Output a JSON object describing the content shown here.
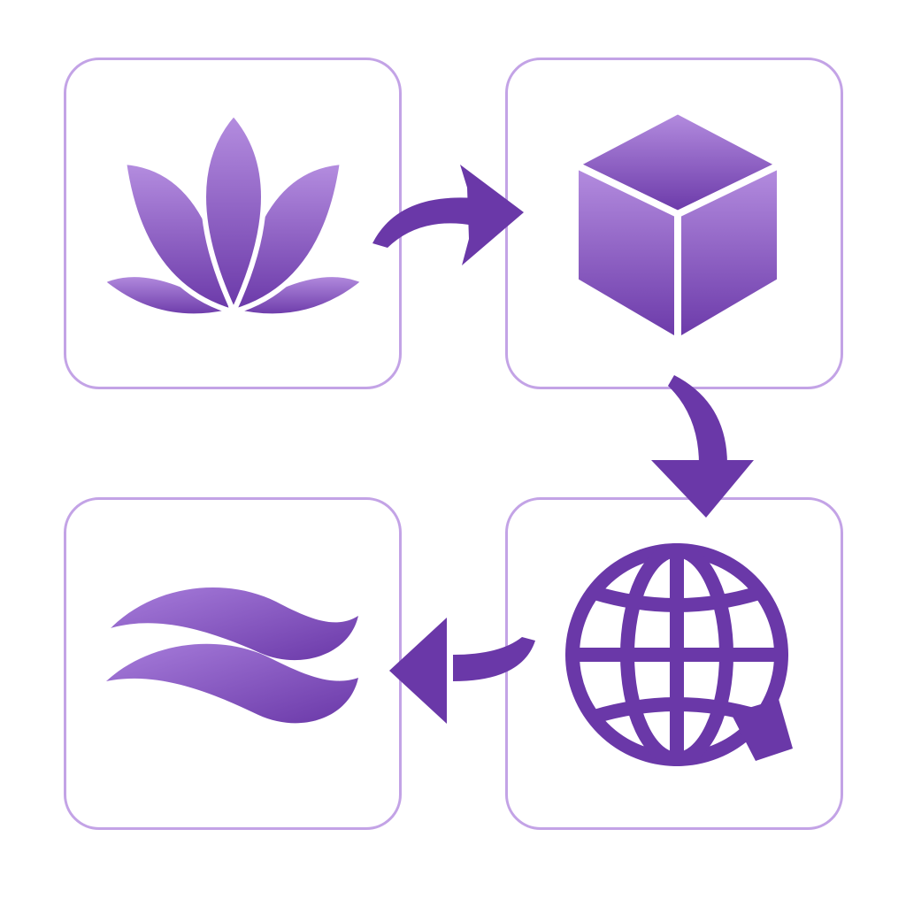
{
  "diagram": {
    "flow": [
      "lotus",
      "cube",
      "globe",
      "waves"
    ],
    "tiles": [
      {
        "id": "lotus",
        "icon": "lotus-flower-icon"
      },
      {
        "id": "cube",
        "icon": "cube-icon"
      },
      {
        "id": "globe",
        "icon": "globe-with-arrow-icon"
      },
      {
        "id": "waves",
        "icon": "waves-icon"
      }
    ],
    "connectors": [
      {
        "from": "lotus",
        "to": "cube",
        "icon": "curved-arrow-right-icon"
      },
      {
        "from": "cube",
        "to": "globe",
        "icon": "curved-arrow-down-icon"
      },
      {
        "from": "globe",
        "to": "waves",
        "icon": "curved-arrow-left-icon"
      }
    ]
  },
  "colors": {
    "tile_border": "#c3a3e6",
    "icon_light": "#b58ee0",
    "icon_dark": "#6a38a8",
    "arrow": "#6a38a8"
  }
}
